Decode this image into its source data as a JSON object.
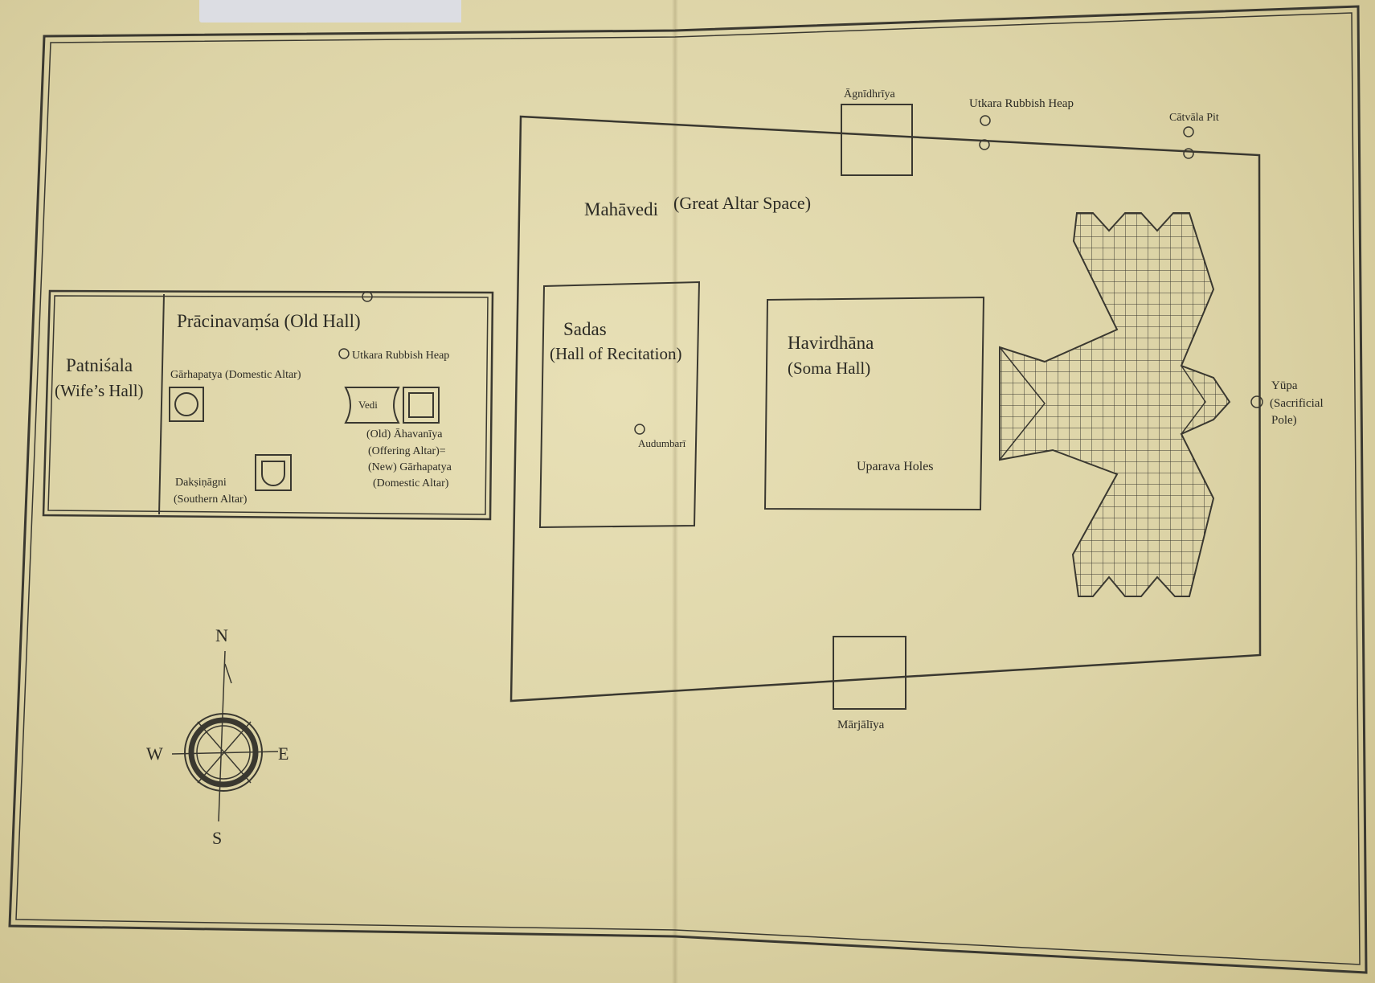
{
  "labels": {
    "patnisala": "Patniśala",
    "patnisala_sub": "(Wife’s Hall)",
    "pracinavamsa": "Prācinavaṃśa (Old Hall)",
    "utkara_left": "Utkara Rubbish Heap",
    "garhapatya": "Gārhapatya (Domestic Altar)",
    "vedi": "Vedi",
    "ahavaniya_1": "(Old) Āhavanīya",
    "ahavaniya_2": "(Offering Altar)=",
    "ahavaniya_3": "(New) Gārhapatya",
    "ahavaniya_4": "(Domestic Altar)",
    "daksinagni": "Dakṣiṇāgni",
    "daksinagni_sub": "(Southern Altar)",
    "agnidhriya": "Āgnīdhrīya",
    "utkara_right": "Utkara Rubbish Heap",
    "catvala": "Cātvāla Pit",
    "mahavedi_a": "Mahāvedi",
    "mahavedi_b": "(Great Altar Space)",
    "sadas": "Sadas",
    "sadas_sub": "(Hall of Recitation)",
    "audumbari": "Audumbarī",
    "havirdhana": "Havirdhāna",
    "havirdhana_sub": "(Soma Hall)",
    "uparava": "Uparava Holes",
    "yupa_1": "Yūpa",
    "yupa_2": "(Sacrificial",
    "yupa_3": "Pole)",
    "marjaliya": "Mārjālīya",
    "compass_n": "N",
    "compass_s": "S",
    "compass_e": "E",
    "compass_w": "W"
  },
  "colors": {
    "paper": "#e3dab0",
    "ink": "#2b2a24",
    "line": "#3a3830"
  }
}
